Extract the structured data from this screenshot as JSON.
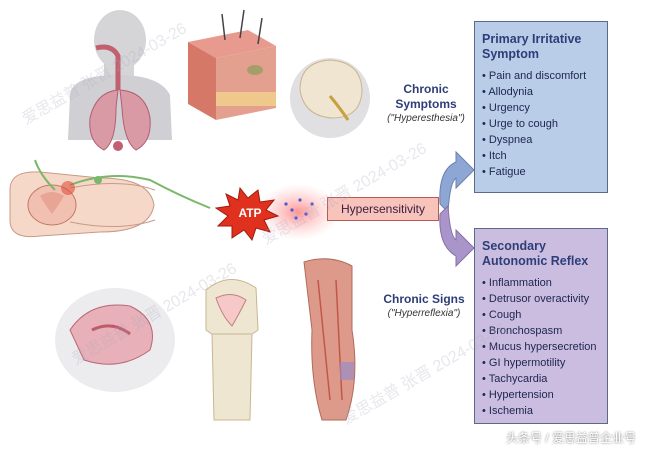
{
  "primary_box": {
    "title": "Primary Irritative Symptom",
    "items": [
      "Pain and discomfort",
      "Allodynia",
      "Urgency",
      "Urge to cough",
      "Dyspnea",
      "Itch",
      "Fatigue"
    ],
    "fill": "#b9cde8"
  },
  "secondary_box": {
    "title": "Secondary Autonomic Reflex",
    "items": [
      "Inflammation",
      "Detrusor overactivity",
      "Cough",
      "Bronchospasm",
      "Mucus hypersecretion",
      "GI hypermotility",
      "Tachycardia",
      "Hypertension",
      "Ischemia"
    ],
    "fill": "#cbbde0"
  },
  "chronic_symptoms": {
    "label": "Chronic Symptoms",
    "sub": "(\"Hyperesthesia\")"
  },
  "chronic_signs": {
    "label": "Chronic Signs",
    "sub": "(\"Hyperreflexia\")"
  },
  "center": {
    "hypersensitivity": "Hypersensitivity",
    "atp": "ATP"
  },
  "footer": "头条号 / 爱思益普企业号",
  "watermark": "爱思益普 张晋 2024-03-26",
  "colors": {
    "arrow_blue": "#8ea6d4",
    "arrow_purple": "#a995c9",
    "atp_red": "#e0301e",
    "accent": "#2d3e78"
  }
}
